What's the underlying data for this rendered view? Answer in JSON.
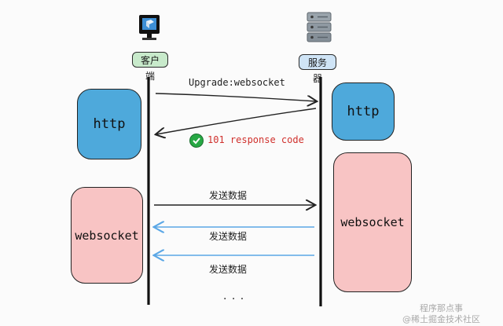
{
  "client": {
    "label": "客户端",
    "icon": "client-computer-icon",
    "tag_color": "#c8eacb"
  },
  "server": {
    "label": "服务器",
    "icon": "server-rack-icon",
    "tag_color": "#cfe4f6"
  },
  "handshake": {
    "request_label": "Upgrade:websocket",
    "response_label": "101 response code",
    "response_color": "#d0312d"
  },
  "phases": {
    "http": {
      "client_label": "http",
      "server_label": "http",
      "color": "#4ea9db"
    },
    "websocket": {
      "client_label": "websocket",
      "server_label": "websocket",
      "color": "#f8c4c4"
    }
  },
  "messages": [
    {
      "label": "发送数据",
      "direction": "client-to-server"
    },
    {
      "label": "发送数据",
      "direction": "server-to-client"
    },
    {
      "label": "发送数据",
      "direction": "server-to-client"
    }
  ],
  "continuation": "· · ·",
  "watermark": {
    "line1": "@稀土掘金技术社区",
    "line2": "程序那点事"
  }
}
